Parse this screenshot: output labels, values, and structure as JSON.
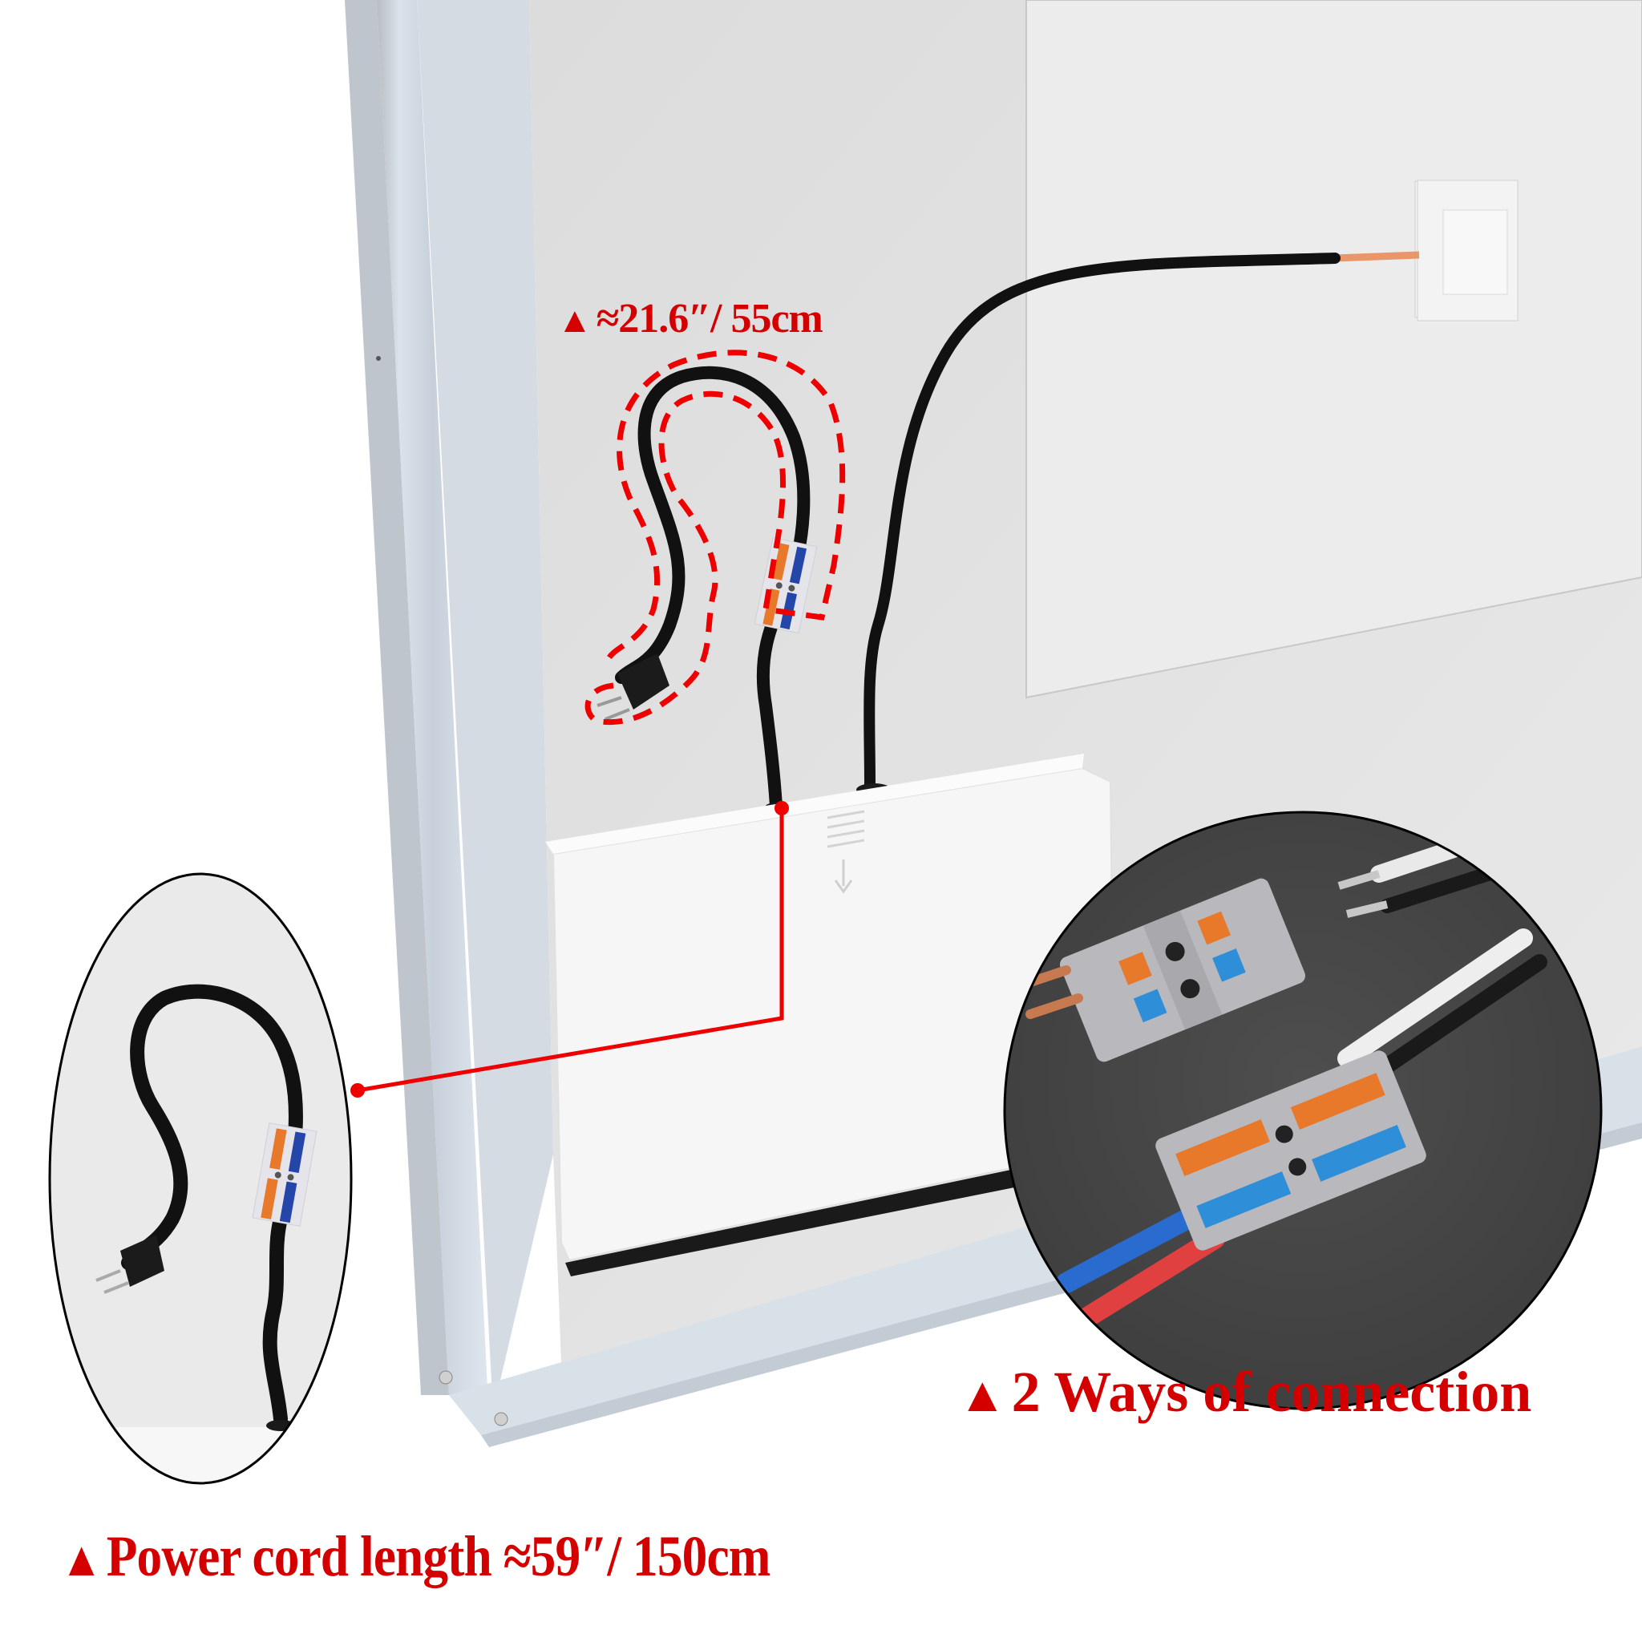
{
  "figure": {
    "subject": "LED mirror rear view — power cord and wiring connectors",
    "colors": {
      "annotation_red": "#d40000",
      "leader_line_red": "#ee0000",
      "frame_aluminum": "#c9d2dc",
      "mirror_back": "#e3e3e3",
      "wall": "#ebebeb",
      "driver_box": "#f7f7f7",
      "cord_black": "#111111",
      "inset_dark_bg": "#474747",
      "connector_grey": "#b9b9bd",
      "lever_orange": "#e8782a",
      "lever_blue": "#2e8fd8",
      "copper": "#c77a50"
    }
  },
  "annotations": {
    "cord_loop": {
      "marker": "▲",
      "text": "≈21.6″/ 55cm"
    },
    "two_ways": {
      "marker": "▲",
      "text": "2 Ways of connection"
    },
    "power_cord": {
      "marker": "▲",
      "text": "Power cord length ≈59″/ 150cm"
    }
  },
  "callouts": {
    "left_oval": "Close-up: plug cord with lever connector exiting driver box",
    "right_circle": "Close-up: lever wire connectors — stripped wire and pre-connected wire methods"
  },
  "driver_box": {
    "vent_lines": 4,
    "arrow": "down-arrow"
  }
}
